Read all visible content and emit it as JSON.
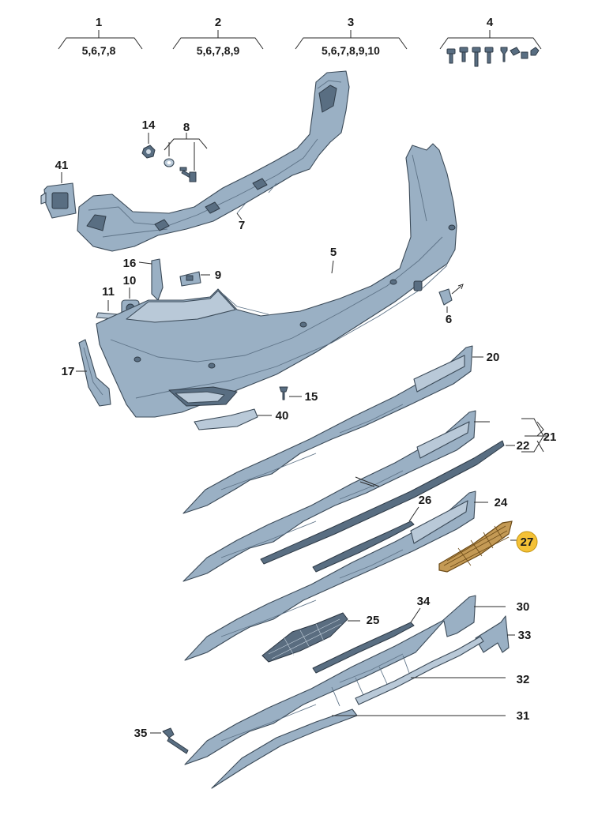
{
  "kit_references": [
    {
      "number": "1",
      "contains": "5,6,7,8"
    },
    {
      "number": "2",
      "contains": "5,6,7,8,9"
    },
    {
      "number": "3",
      "contains": "5,6,7,8,9,10"
    },
    {
      "number": "4",
      "contains": ""
    }
  ],
  "callouts": {
    "c5": "5",
    "c6": "6",
    "c7": "7",
    "c8": "8",
    "c9": "9",
    "c10": "10",
    "c11": "11",
    "c14": "14",
    "c15": "15",
    "c16": "16",
    "c17": "17",
    "c20": "20",
    "c21": "21",
    "c22": "22",
    "c24": "24",
    "c25": "25",
    "c26": "26",
    "c27": "27",
    "c30": "30",
    "c31": "31",
    "c32": "32",
    "c33": "33",
    "c34": "34",
    "c35": "35",
    "c40": "40",
    "c41": "41"
  },
  "highlighted_part": "27",
  "colors": {
    "part_fill": "#9ab0c4",
    "part_outline": "#3b4a58",
    "highlight_badge": "#f4c136",
    "highlighted_part_fill": "#c49a55"
  }
}
